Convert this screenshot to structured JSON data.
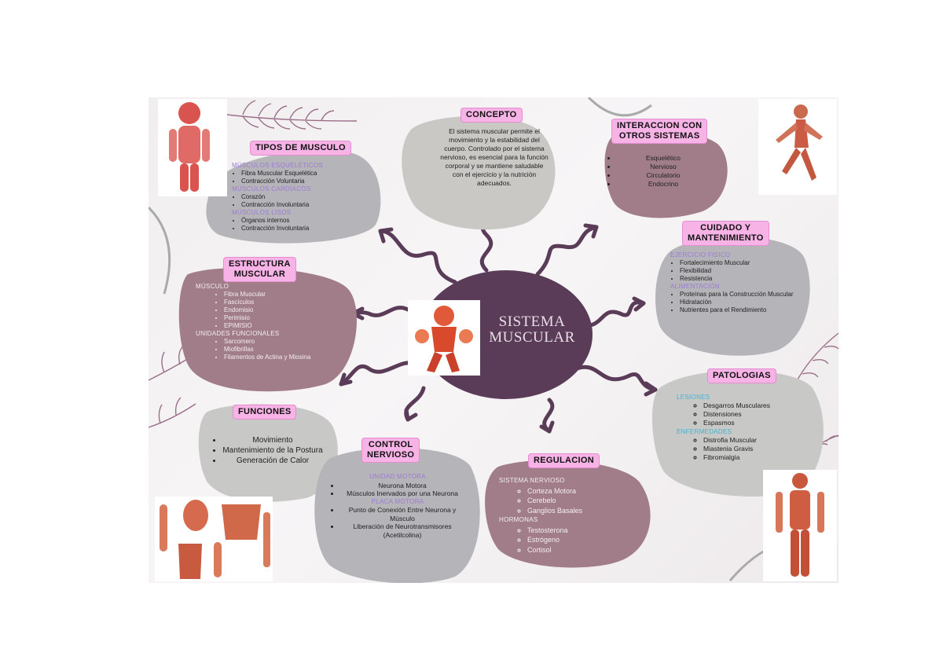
{
  "central": {
    "line1": "SISTEMA",
    "line2": "MUSCULAR"
  },
  "concepto": {
    "title": "CONCEPTO",
    "text": "El sistema muscular permite el movimiento y la estabilidad del cuerpo. Controlado por el sistema nervioso, es esencial para la función corporal y se mantiene saludable con el ejercicio y la nutrición adecuados."
  },
  "tipos": {
    "title": "TIPOS DE MUSCULO",
    "groups": [
      {
        "label": "MÚSCULOS ESQUELÉTICOS",
        "items": [
          "Fibra Muscular Esquelética",
          "Contracción Voluntaria"
        ]
      },
      {
        "label": "MÚSCULOS CARDÍACOS",
        "items": [
          "Corazón",
          "Contracción Involuntaria"
        ]
      },
      {
        "label": "MÚSCULOS LISOS",
        "items": [
          "Órganos internos",
          "Contracción Involuntaria"
        ]
      }
    ]
  },
  "interaccion": {
    "title_line1": "INTERACCION CON",
    "title_line2": "OTROS SISTEMAS",
    "items": [
      "Esquelético",
      "Nervioso",
      "Circulatorio",
      "Endocrino"
    ]
  },
  "estructura": {
    "title_line1": "ESTRUCTURA",
    "title_line2": "MUSCULAR",
    "groups": [
      {
        "label": "MÚSCULO",
        "items": [
          "Fibra Muscular",
          "Fascículos",
          "Endomisio",
          "Perimisio",
          "EPIMISIO"
        ]
      },
      {
        "label": "UNIDADES FUNCIONALES",
        "items": [
          "Sarcomero",
          "Miofibrillas",
          "Filamentos de Actina y Miosina"
        ]
      }
    ]
  },
  "cuidado": {
    "title_line1": "CUIDADO Y",
    "title_line2": "MANTENIMIENTO",
    "groups": [
      {
        "label": "EJERCICIO FISICO",
        "items": [
          "Fortalecimiento Muscular",
          "Flexibilidad",
          "Resistencia"
        ]
      },
      {
        "label": "ALIMENTACIÓN",
        "items": [
          "Proteínas para la Construcción Muscular",
          "Hidratación",
          "Nutrientes para el Rendimiento"
        ]
      }
    ]
  },
  "patologias": {
    "title": "PATOLOGIAS",
    "groups": [
      {
        "label": "LESIONES",
        "items": [
          "Desgarros Musculares",
          "Distensiones",
          "Espasmos"
        ]
      },
      {
        "label": "ENFERMEDADES",
        "items": [
          "Distrofia Muscular",
          "Miastenia Gravis",
          "Fibromialgia"
        ]
      }
    ]
  },
  "funciones": {
    "title": "FUNCIONES",
    "items": [
      "Movimiento",
      "Mantenimiento de la Postura",
      "Generación de Calor"
    ]
  },
  "control": {
    "title_line1": "CONTROL",
    "title_line2": "NERVIOSO",
    "groups": [
      {
        "label": "UNIDAD MOTORA",
        "items": [
          "Neurona Motora",
          "Músculos Inervados por una Neurona"
        ]
      },
      {
        "label": "PLACA MOTORA",
        "items": [
          "Punto de Conexión Entre Neurona y Músculo",
          "Liberación de Neurotransmisores (Acetilcolina)"
        ]
      }
    ]
  },
  "regulacion": {
    "title": "REGULACION",
    "groups": [
      {
        "label": "SISTEMA NERVIOSO",
        "items": [
          "Corteza Motora",
          "Cerebelo",
          "Ganglios Basales"
        ]
      },
      {
        "label": "HORMONAS",
        "items": [
          "Testosterona",
          "Estrógeno",
          "Cortisol"
        ]
      }
    ]
  },
  "colors": {
    "purple": "#5a3b58",
    "mauve": "#a07d89",
    "gray": "#c8c8c6",
    "pink_tag": "#f7b3e6"
  }
}
